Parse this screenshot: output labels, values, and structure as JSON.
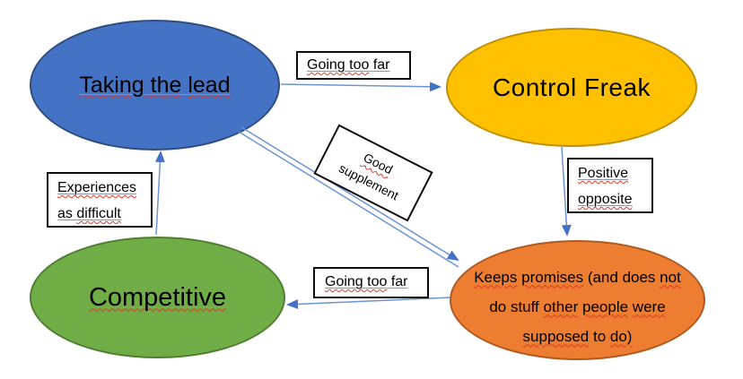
{
  "diagram": {
    "nodes": {
      "taking_the_lead": {
        "fill": "#4472c4",
        "border": "#2f4e7e",
        "segments": [
          {
            "t": "Taking the",
            "sq": true
          },
          {
            "t": " ",
            "sq": false
          },
          {
            "t": "lead",
            "sq": true
          }
        ]
      },
      "control_freak": {
        "fill": "#ffc000",
        "border": "#bf9000",
        "segments": [
          {
            "t": "Control Freak",
            "sq": false
          }
        ]
      },
      "competitive": {
        "fill": "#70ad47",
        "border": "#507e32",
        "segments": [
          {
            "t": "Competitive",
            "sq": true
          }
        ]
      },
      "keeps_promises": {
        "fill": "#ed7d31",
        "border": "#ae5a21",
        "lines": [
          {
            "segments": [
              {
                "t": "Keeps",
                "sq": true
              },
              {
                "t": " ",
                "sq": false
              },
              {
                "t": "promises",
                "sq": true
              },
              {
                "t": " (and does ",
                "sq": false
              },
              {
                "t": "not",
                "sq": true
              }
            ]
          },
          {
            "segments": [
              {
                "t": "do stuff ",
                "sq": false
              },
              {
                "t": "other",
                "sq": true
              },
              {
                "t": " ",
                "sq": false
              },
              {
                "t": "people",
                "sq": true
              },
              {
                "t": " ",
                "sq": false
              },
              {
                "t": "were",
                "sq": true
              }
            ]
          },
          {
            "segments": [
              {
                "t": "supposed",
                "sq": true
              },
              {
                "t": " to ",
                "sq": false
              },
              {
                "t": "do)",
                "sq": true
              }
            ]
          }
        ]
      }
    },
    "edge_labels": {
      "top": {
        "lines": [
          {
            "segments": [
              {
                "t": "Going too",
                "sq": true
              },
              {
                "t": " far",
                "sq": false
              }
            ]
          }
        ]
      },
      "right": {
        "lines": [
          {
            "segments": [
              {
                "t": "Positive",
                "sq": true
              }
            ]
          },
          {
            "segments": [
              {
                "t": "opposite",
                "sq": true
              }
            ]
          }
        ]
      },
      "bottom": {
        "lines": [
          {
            "segments": [
              {
                "t": "Going too",
                "sq": true
              },
              {
                "t": " far",
                "sq": false
              }
            ]
          }
        ]
      },
      "left": {
        "lines": [
          {
            "segments": [
              {
                "t": "Experiences",
                "sq": true
              }
            ]
          },
          {
            "segments": [
              {
                "t": "as ",
                "sq": false
              },
              {
                "t": "difficult",
                "sq": true
              }
            ]
          }
        ]
      },
      "diagonal": {
        "lines": [
          {
            "segments": [
              {
                "t": "Good",
                "sq": true
              }
            ]
          },
          {
            "segments": [
              {
                "t": "supplement",
                "sq": false
              }
            ]
          }
        ]
      }
    },
    "connectors": [
      {
        "name": "taking-lead-to-control-freak",
        "label": "Going too far"
      },
      {
        "name": "control-freak-to-keeps-promises",
        "label": "Positive opposite"
      },
      {
        "name": "keeps-promises-to-competitive",
        "label": "Going too far"
      },
      {
        "name": "competitive-to-taking-lead",
        "label": "Experiences as difficult"
      },
      {
        "name": "taking-lead-to-keeps-promises",
        "label": "Good supplement"
      }
    ],
    "colors": {
      "connector": "#6b93d6",
      "arrowhead": "#4472c4",
      "squiggle": "#dd3a26",
      "underline_gray": "#8c97a6",
      "node_blue_fill": "#4472c4",
      "node_blue_border": "#2f4e7e",
      "node_gold_fill": "#ffc000",
      "node_gold_border": "#bf9000",
      "node_green_fill": "#70ad47",
      "node_green_border": "#507e32",
      "node_orange_fill": "#ed7d31",
      "node_orange_border": "#ae5a21",
      "label_background": "#ffffff",
      "label_border": "#000000",
      "text": "#000000",
      "background": "#ffffff"
    }
  }
}
